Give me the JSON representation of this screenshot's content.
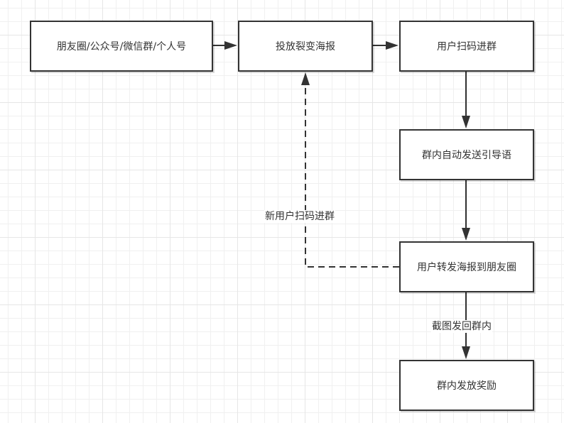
{
  "diagram": {
    "type": "flowchart",
    "nodes": [
      {
        "id": "n1",
        "label": "朋友圈/公众号/微信群/个人号"
      },
      {
        "id": "n2",
        "label": "投放裂变海报"
      },
      {
        "id": "n3",
        "label": "用户扫码进群"
      },
      {
        "id": "n4",
        "label": "群内自动发送引导语"
      },
      {
        "id": "n5",
        "label": "用户转发海报到朋友圈"
      },
      {
        "id": "n6",
        "label": "群内发放奖励"
      }
    ],
    "edges": [
      {
        "from": "n1",
        "to": "n2",
        "style": "solid",
        "label": ""
      },
      {
        "from": "n2",
        "to": "n3",
        "style": "solid",
        "label": ""
      },
      {
        "from": "n3",
        "to": "n4",
        "style": "solid",
        "label": ""
      },
      {
        "from": "n4",
        "to": "n5",
        "style": "solid",
        "label": ""
      },
      {
        "from": "n5",
        "to": "n2",
        "style": "dashed",
        "label": "新用户扫码进群"
      },
      {
        "from": "n5",
        "to": "n6",
        "style": "solid",
        "label": "截图发回群内"
      }
    ],
    "colors": {
      "stroke": "#333333",
      "fill": "#ffffff",
      "grid": "#e6e6e6"
    }
  }
}
